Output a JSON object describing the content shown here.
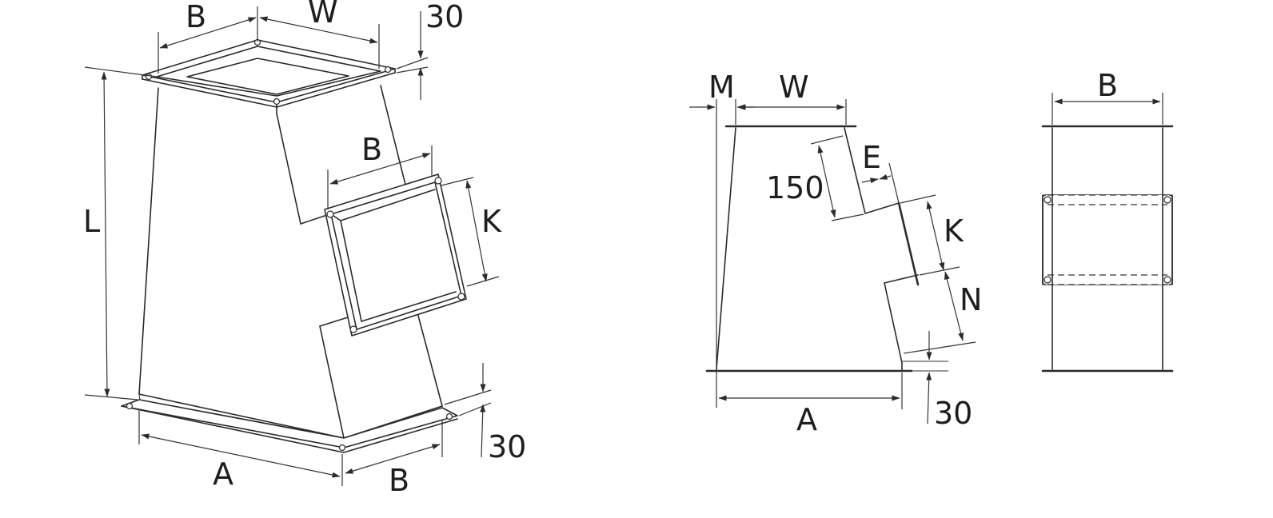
{
  "labels": {
    "b": "B",
    "w": "W",
    "l": "L",
    "k": "K",
    "a": "A",
    "m": "M",
    "e": "E",
    "n": "N",
    "d150": "150",
    "d30": "30"
  },
  "colors": {
    "line": "#2a2a2a",
    "background": "#ffffff"
  }
}
